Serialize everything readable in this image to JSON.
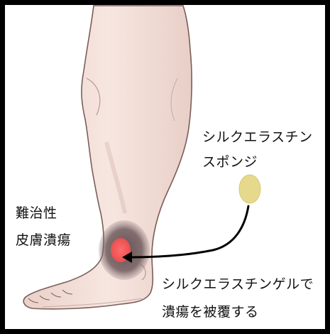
{
  "labels": {
    "sponge_line1": "シルクエラスチン",
    "sponge_line2": "スポンジ",
    "ulcer_line1": "難治性",
    "ulcer_line2": "皮膚潰瘍",
    "gel_line1": "シルクエラスチンゲルで",
    "gel_line2": "潰瘍を被覆する"
  },
  "colors": {
    "frame": "#000000",
    "skin": "#f3ddd6",
    "skin_outline": "#7a5e58",
    "wound_outer": "#6e5a5c",
    "wound_inner": "#f25c5c",
    "sponge": "#e6d98c",
    "arrow": "#000000"
  },
  "icons": {
    "leg": "leg-illustration",
    "sponge": "sponge-ellipse",
    "wound": "ulcer-wound",
    "arrow": "pointer-arrow"
  }
}
